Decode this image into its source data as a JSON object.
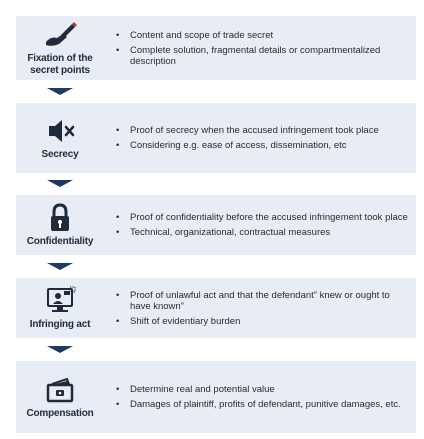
{
  "steps": [
    {
      "label": "Fixation of the secret points",
      "icon": "hand-pen-icon",
      "bullets": [
        "Content and scope of trade secret",
        "Complete solution, fragmental details or compartmentalized description"
      ]
    },
    {
      "label": "Secrecy",
      "icon": "speaker-mute-icon",
      "bullets": [
        "Proof of secrecy when the accused infringement took place",
        "Considering e.g. ease of access, dissemination, etc"
      ]
    },
    {
      "label": "Confidentiality",
      "icon": "lock-icon",
      "bullets": [
        "Proof of confidentiality before the accused infringement took place",
        "Technical, organizational, contractual measures"
      ]
    },
    {
      "label": "Infringing act",
      "icon": "computer-user-icon",
      "bullets": [
        "Proof of unlawful act and that the defendant” knew or ought to have known”",
        "Shift of evidentiary burden"
      ]
    },
    {
      "label": "Compensation",
      "icon": "wallet-icon",
      "bullets": [
        "Determine real and potential value",
        "Damages of plaintiff, profits of defendant, punitive damages, etc."
      ]
    }
  ],
  "bullet_char": "•",
  "colors": {
    "panel": "#e8edf5",
    "arrow": "#1f3a5c",
    "icon": "#1f2b3a"
  }
}
